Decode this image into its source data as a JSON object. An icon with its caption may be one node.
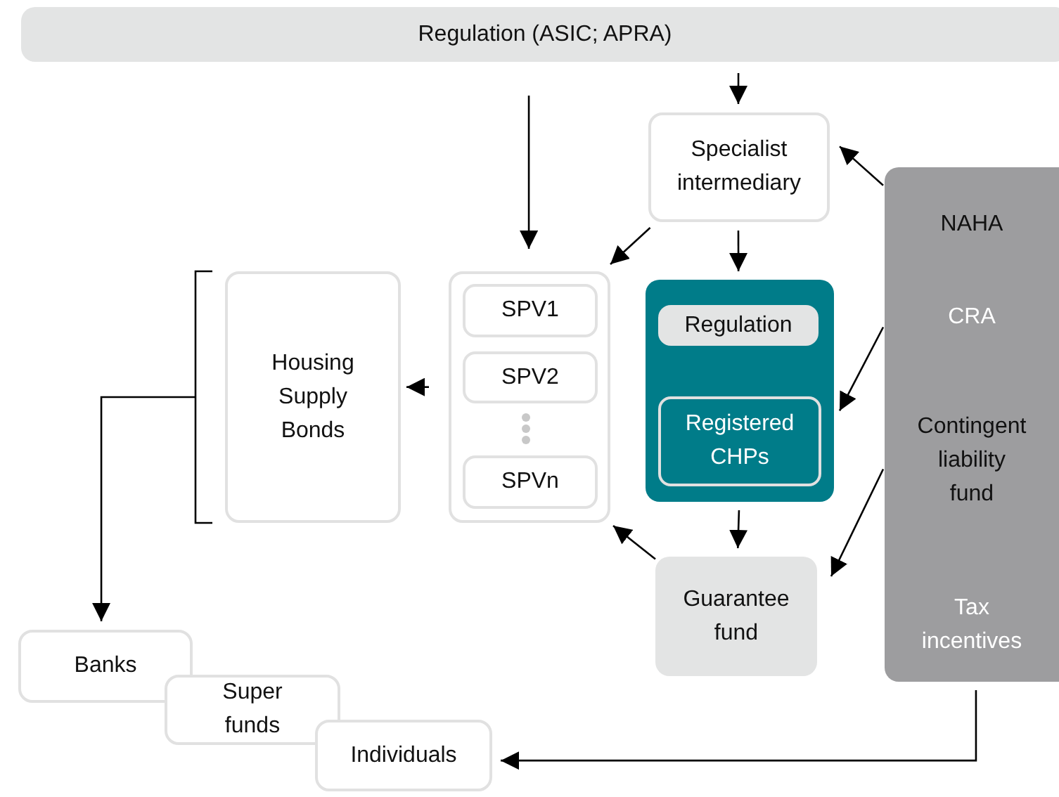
{
  "diagram": {
    "nodes": [
      {
        "text": [
          "Regulation (ASIC; APRA)"
        ]
      },
      {
        "text": [
          "Specialist intermediary"
        ]
      },
      {
        "text": [],
        "shape": "box"
      },
      {
        "text": [
          "SPV1"
        ],
        "in": 2
      },
      {
        "text": [
          "SPV2"
        ],
        "in": 2
      },
      {
        "text": [
          "SPVn"
        ],
        "in": 2
      },
      {
        "text": [
          "Housing Supply Bonds"
        ]
      },
      {
        "text": [],
        "shape": "box"
      },
      {
        "text": [
          "Regulation"
        ],
        "in": 7
      },
      {
        "text": [
          "Registered CHPs"
        ],
        "in": 7
      },
      {
        "text": [
          "Guarantee fund"
        ]
      },
      {
        "text": [],
        "shape": "box"
      },
      {
        "text": [
          "NAHA"
        ],
        "in": 11
      },
      {
        "text": [
          "CRA"
        ],
        "in": 11
      },
      {
        "text": [
          "Contingent liability fund"
        ],
        "in": 11
      },
      {
        "text": [
          "Tax incentives"
        ],
        "in": 11
      },
      {
        "text": [
          "Banks"
        ]
      },
      {
        "text": [
          "Super funds"
        ]
      },
      {
        "text": [
          "Individuals"
        ]
      }
    ],
    "edges": [
      {
        "from": 0,
        "to": 2,
        "arrow": "to"
      },
      {
        "from": 0,
        "to": 1,
        "arrow": "to"
      },
      {
        "from": 12,
        "to": 1,
        "arrow": "to"
      },
      {
        "from": 1,
        "to": 2,
        "arrow": "to"
      },
      {
        "from": 1,
        "to": 7,
        "arrow": "to"
      },
      {
        "from": 13,
        "to": 7,
        "arrow": "to"
      },
      {
        "from": 14,
        "to": 10,
        "arrow": "to"
      },
      {
        "from": 7,
        "to": 10,
        "arrow": "to"
      },
      {
        "from": 10,
        "to": 2,
        "arrow": "to"
      },
      {
        "from": 2,
        "to": 6,
        "arrow": "to"
      },
      {
        "from": 6,
        "to": 16,
        "arrow": "to"
      },
      {
        "from": 15,
        "to": 18,
        "arrow": "to"
      }
    ]
  }
}
